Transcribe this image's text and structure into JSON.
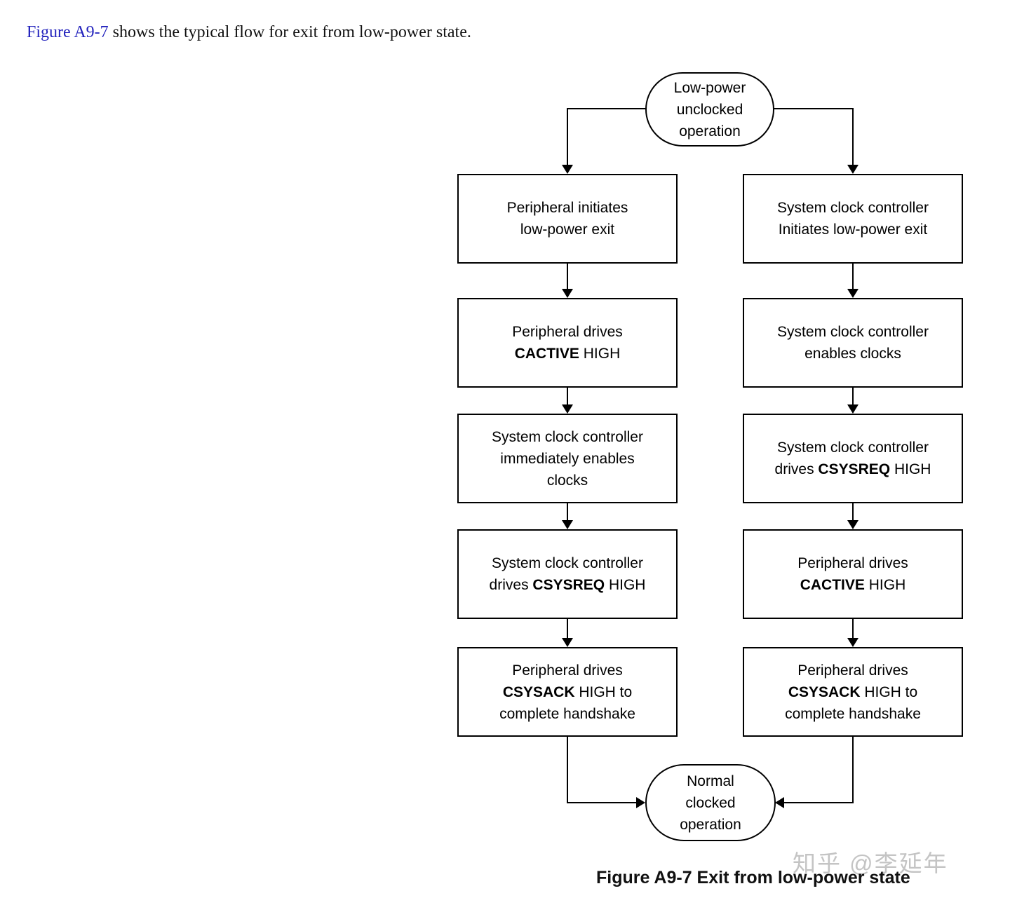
{
  "intro": {
    "link_text": "Figure A9-7",
    "rest_text": " shows the typical flow for exit from low-power state."
  },
  "flowchart": {
    "start_node": {
      "lines": [
        [
          {
            "t": "Low-power"
          }
        ],
        [
          {
            "t": "unclocked"
          }
        ],
        [
          {
            "t": "operation"
          }
        ]
      ]
    },
    "left_column": [
      {
        "lines": [
          [
            {
              "t": "Peripheral initiates"
            }
          ],
          [
            {
              "t": "low-power exit"
            }
          ]
        ]
      },
      {
        "lines": [
          [
            {
              "t": "Peripheral drives"
            }
          ],
          [
            {
              "t": "CACTIVE",
              "b": true
            },
            {
              "t": " HIGH"
            }
          ]
        ]
      },
      {
        "lines": [
          [
            {
              "t": "System clock controller"
            }
          ],
          [
            {
              "t": "immediately enables"
            }
          ],
          [
            {
              "t": "clocks"
            }
          ]
        ]
      },
      {
        "lines": [
          [
            {
              "t": "System clock controller"
            }
          ],
          [
            {
              "t": "drives "
            },
            {
              "t": "CSYSREQ",
              "b": true
            },
            {
              "t": " HIGH"
            }
          ]
        ]
      },
      {
        "lines": [
          [
            {
              "t": "Peripheral drives"
            }
          ],
          [
            {
              "t": "CSYSACK",
              "b": true
            },
            {
              "t": " HIGH to"
            }
          ],
          [
            {
              "t": "complete handshake"
            }
          ]
        ]
      }
    ],
    "right_column": [
      {
        "lines": [
          [
            {
              "t": "System clock controller"
            }
          ],
          [
            {
              "t": "Initiates low-power exit"
            }
          ]
        ]
      },
      {
        "lines": [
          [
            {
              "t": "System clock controller"
            }
          ],
          [
            {
              "t": "enables clocks"
            }
          ]
        ]
      },
      {
        "lines": [
          [
            {
              "t": "System clock controller"
            }
          ],
          [
            {
              "t": "drives "
            },
            {
              "t": "CSYSREQ",
              "b": true
            },
            {
              "t": " HIGH"
            }
          ]
        ]
      },
      {
        "lines": [
          [
            {
              "t": "Peripheral drives"
            }
          ],
          [
            {
              "t": "CACTIVE",
              "b": true
            },
            {
              "t": " HIGH"
            }
          ]
        ]
      },
      {
        "lines": [
          [
            {
              "t": "Peripheral drives"
            }
          ],
          [
            {
              "t": "CSYSACK",
              "b": true
            },
            {
              "t": " HIGH to"
            }
          ],
          [
            {
              "t": "complete handshake"
            }
          ]
        ]
      }
    ],
    "end_node": {
      "lines": [
        [
          {
            "t": "Normal"
          }
        ],
        [
          {
            "t": "clocked"
          }
        ],
        [
          {
            "t": "operation"
          }
        ]
      ]
    }
  },
  "caption": "Figure A9-7 Exit from low-power state",
  "watermark": "知乎 @李延年",
  "colors": {
    "link_blue": "#2323bd",
    "diagram_line": "#000000",
    "watermark_gray": "#c4c4c4"
  }
}
